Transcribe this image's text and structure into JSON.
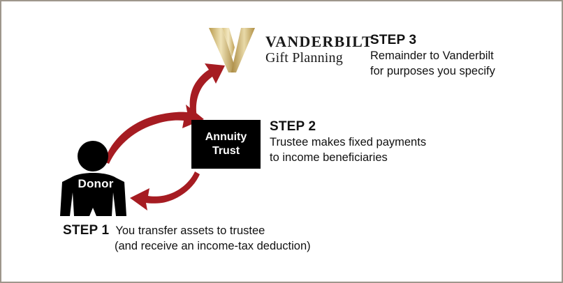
{
  "diagram": {
    "title": "Charitable Remainder Annuity Trust diagram",
    "border_color": "#9e968c",
    "background": "#ffffff",
    "arrow_color": "#a61c22",
    "box_color": "#000000"
  },
  "logo": {
    "mark": "vanderbilt-v-mark",
    "title": "VANDERBILT",
    "subtitle": "Gift Planning",
    "gold_light": "#efe2b4",
    "gold_mid": "#d8c17c",
    "gold_dark": "#a8873f"
  },
  "trust_box": {
    "line1": "Annuity",
    "line2": "Trust"
  },
  "donor": {
    "label": "Donor"
  },
  "steps": {
    "step1": {
      "head": "STEP 1",
      "line1": "You transfer assets to trustee",
      "line2": "(and receive an income-tax deduction)"
    },
    "step2": {
      "head": "STEP 2",
      "line1": "Trustee makes fixed payments",
      "line2": "to income beneficiaries"
    },
    "step3": {
      "head": "STEP 3",
      "line1": "Remainder to Vanderbilt",
      "line2": "for purposes you specify"
    }
  },
  "arrows": [
    {
      "name": "donor-to-trust-arrow",
      "direction": "up-right"
    },
    {
      "name": "trust-to-donor-arrow",
      "direction": "down-left"
    },
    {
      "name": "trust-to-vanderbilt-arrow",
      "direction": "up"
    }
  ]
}
